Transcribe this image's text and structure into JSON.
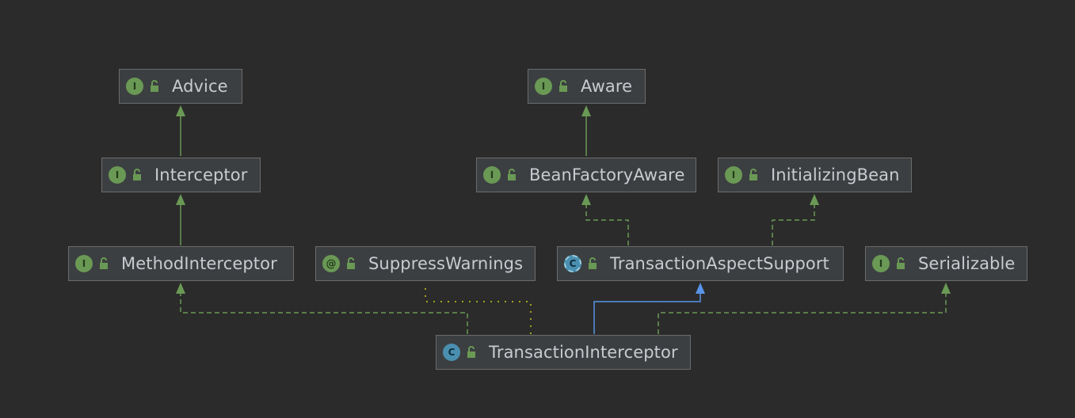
{
  "nodes": {
    "advice": {
      "name": "Advice",
      "kind": "interface",
      "badge": "I"
    },
    "interceptor": {
      "name": "Interceptor",
      "kind": "interface",
      "badge": "I"
    },
    "method_interceptor": {
      "name": "MethodInterceptor",
      "kind": "interface",
      "badge": "I"
    },
    "suppress_warnings": {
      "name": "SuppressWarnings",
      "kind": "annotation",
      "badge": "@"
    },
    "aware": {
      "name": "Aware",
      "kind": "interface",
      "badge": "I"
    },
    "bean_factory_aware": {
      "name": "BeanFactoryAware",
      "kind": "interface",
      "badge": "I"
    },
    "initializing_bean": {
      "name": "InitializingBean",
      "kind": "interface",
      "badge": "I"
    },
    "transaction_aspect_support": {
      "name": "TransactionAspectSupport",
      "kind": "abstract-class",
      "badge": "C"
    },
    "serializable": {
      "name": "Serializable",
      "kind": "interface",
      "badge": "I"
    },
    "transaction_interceptor": {
      "name": "TransactionInterceptor",
      "kind": "class",
      "badge": "C"
    }
  },
  "edges": [
    {
      "from": "interceptor",
      "to": "advice",
      "type": "extends",
      "color": "#6a9955"
    },
    {
      "from": "method_interceptor",
      "to": "interceptor",
      "type": "extends",
      "color": "#6a9955"
    },
    {
      "from": "bean_factory_aware",
      "to": "aware",
      "type": "extends",
      "color": "#6a9955"
    },
    {
      "from": "transaction_aspect_support",
      "to": "bean_factory_aware",
      "type": "implements",
      "color": "#6a9955"
    },
    {
      "from": "transaction_aspect_support",
      "to": "initializing_bean",
      "type": "implements",
      "color": "#6a9955"
    },
    {
      "from": "transaction_interceptor",
      "to": "method_interceptor",
      "type": "implements",
      "color": "#6a9955"
    },
    {
      "from": "transaction_interceptor",
      "to": "suppress_warnings",
      "type": "annotated",
      "color": "#a0a020"
    },
    {
      "from": "transaction_interceptor",
      "to": "transaction_aspect_support",
      "type": "extends",
      "color": "#5894e8"
    },
    {
      "from": "transaction_interceptor",
      "to": "serializable",
      "type": "implements",
      "color": "#6a9955"
    }
  ],
  "icons": {
    "visibility": "unlock-icon",
    "lock_color": "#6a9955"
  }
}
